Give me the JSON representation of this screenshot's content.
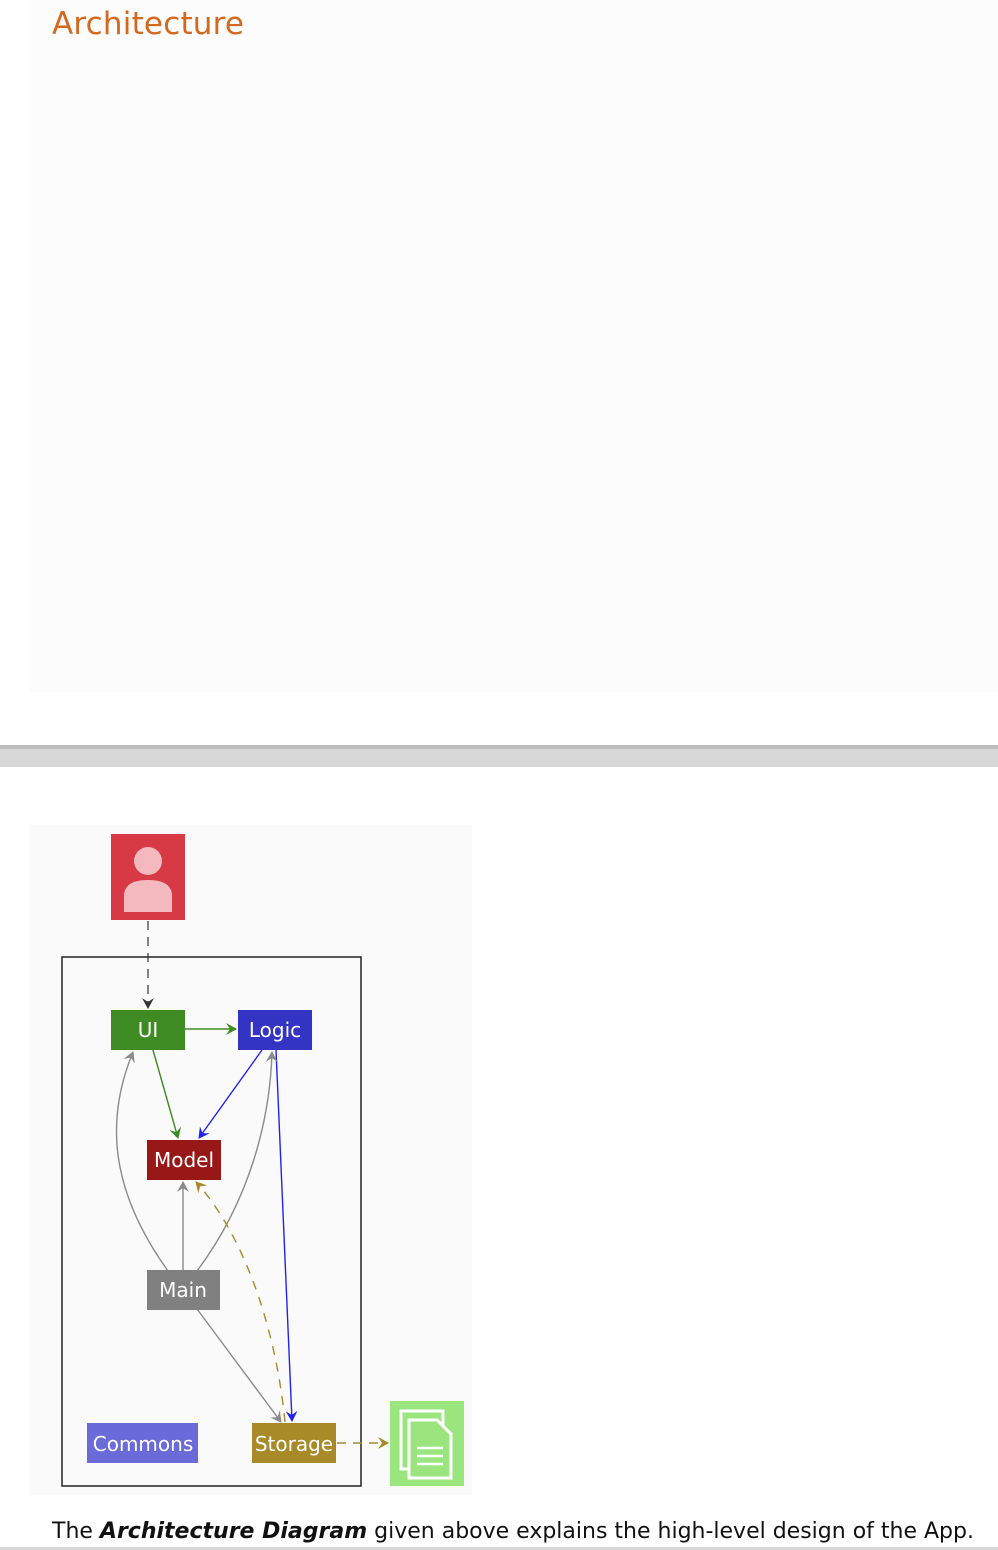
{
  "section": {
    "title": "Architecture"
  },
  "diagram": {
    "nodes": {
      "ui": "UI",
      "logic": "Logic",
      "model": "Model",
      "main": "Main",
      "commons": "Commons",
      "storage": "Storage"
    },
    "icons": {
      "user": "user-icon",
      "file": "file-icon"
    },
    "colors": {
      "ui": "#3e8b23",
      "logic": "#3434c4",
      "model": "#981818",
      "main": "#808080",
      "commons": "#6a6ad8",
      "storage": "#a88a28",
      "user": "#d73a44",
      "file": "#9be57e"
    }
  },
  "caption": {
    "prefix": "The ",
    "emphasis": "Architecture Diagram",
    "suffix": " given above explains the high-level design of the App."
  }
}
